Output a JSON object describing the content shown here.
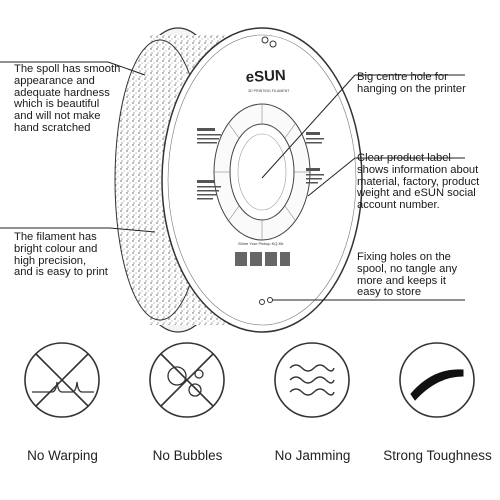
{
  "brand": {
    "logo_text": "eSUN",
    "sub_text": "3D PRINTING FILAMENT",
    "spool_bottom_text": "Shine Your Pickup KQ-Kit"
  },
  "annotations": {
    "spool_surface": "The spoll has smooth\nappearance and\nadequate hardness\nwhich is beautiful\nand will not make\nhand scratched",
    "centre_hole": "Big centre hole for\nhanging on the printer",
    "product_label": "Clear product label-\nshows information about\nmaterial, factory, product\nweight and eSUN social\naccount number.",
    "filament": "The filament has\nbright colour and\nhigh precision,\nand is easy to print",
    "fixing_holes": "Fixing holes on the\nspool, no tangle any\nmore and keeps it\neasy to store"
  },
  "features": [
    {
      "label": "No Warping",
      "icon": "warping-crossed-icon"
    },
    {
      "label": "No Bubbles",
      "icon": "bubbles-crossed-icon"
    },
    {
      "label": "No Jamming",
      "icon": "waves-icon"
    },
    {
      "label": "Strong Toughness",
      "icon": "bent-strip-icon"
    }
  ],
  "colors": {
    "line": "#333333",
    "background": "#ffffff"
  }
}
